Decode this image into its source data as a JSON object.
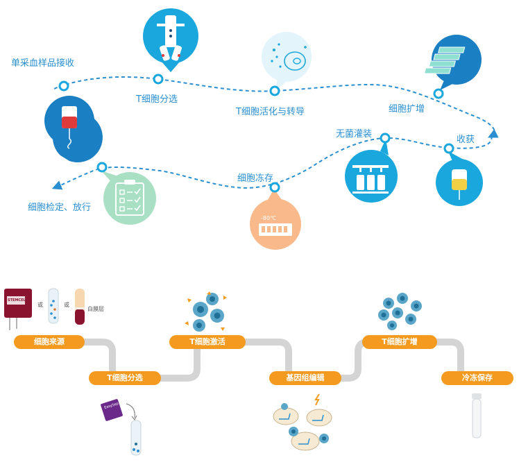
{
  "top_flow": {
    "steps": [
      {
        "label": "单采血样品接收"
      },
      {
        "label": "T细胞分选"
      },
      {
        "label": "T细胞活化与转导"
      },
      {
        "label": "细胞扩增"
      },
      {
        "label": "收获"
      },
      {
        "label": "无菌灌装"
      },
      {
        "label": "细胞冻存"
      },
      {
        "label": "细胞检定、放行"
      }
    ],
    "freezer_temp": "-80℃"
  },
  "bottom_flow": {
    "steps": [
      {
        "label": "细胞来源"
      },
      {
        "label": "T细胞分选"
      },
      {
        "label": "T细胞激活"
      },
      {
        "label": "基因组编辑"
      },
      {
        "label": "T细胞扩增"
      },
      {
        "label": "冷冻保存"
      }
    ],
    "source_or_1": "或",
    "source_or_2": "或",
    "buffy_coat": "白膜层",
    "bag_brand": "STEMCELL",
    "kit_label": "EasySep"
  },
  "colors": {
    "route_dash": "#2a8fd0",
    "icon_circle": "#1aa7dd",
    "icon_dark_circle": "#1b7fc4",
    "check_circle": "#a9dfc2",
    "freeze_circle": "#f9b98a",
    "pill": "#f39a1f",
    "track": "#d4d4d4"
  }
}
